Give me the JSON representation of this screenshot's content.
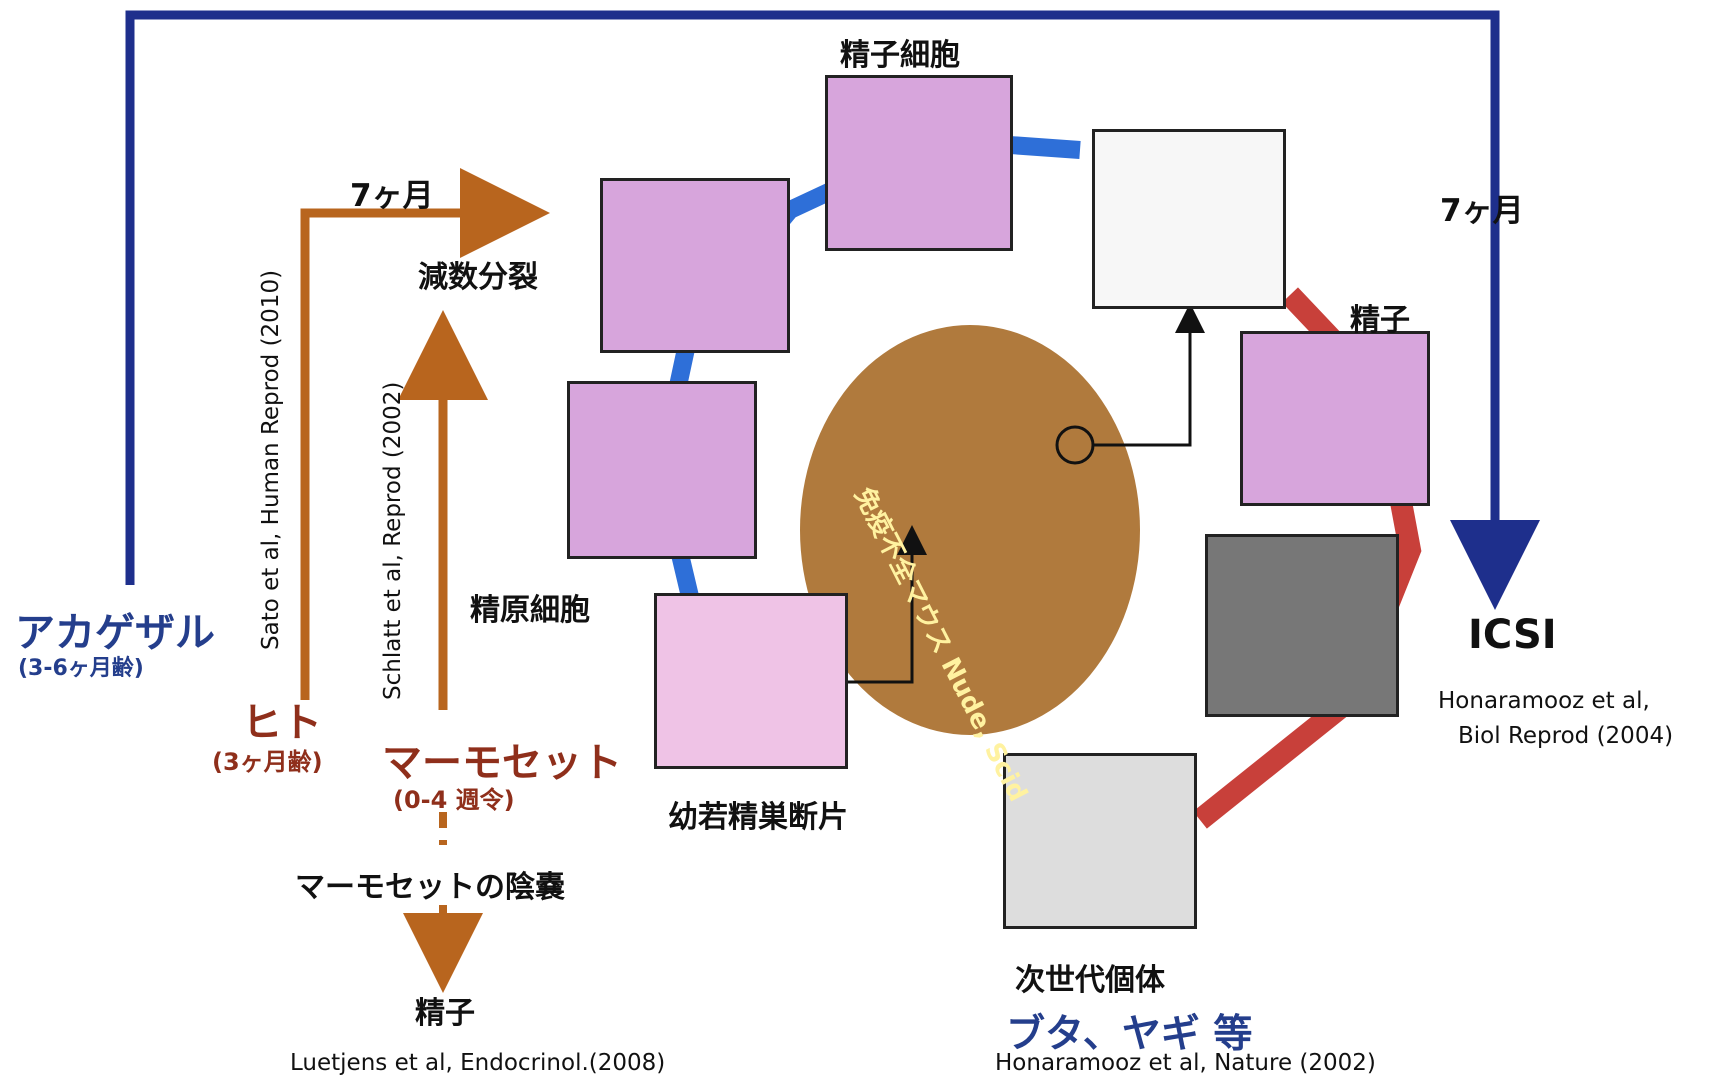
{
  "labels": {
    "seven_months_left": "7ヶ月",
    "seven_months_right": "7ヶ月",
    "meiosis": "減数分裂",
    "spermatocyte": "精子細胞",
    "sperm_right": "精子",
    "spermatogonia": "精原細胞",
    "testis_fragment": "幼若精巣断片",
    "next_generation": "次世代個体",
    "species": "ブタ、ヤギ 等",
    "icsi": "ICSI",
    "macaque": "アカゲザル",
    "macaque_age": "(3-6ヶ月齢)",
    "human": "ヒト",
    "human_age": "(3ヶ月齢)",
    "marmoset": "マーモセット",
    "marmoset_age": "(0-4 週令)",
    "marmoset_scrotum": "マーモセットの陰嚢",
    "sperm_bottom": "精子",
    "mouse_text": "免疫不全マウス Nude, Scid"
  },
  "citations": {
    "sato": "Sato et al, Human Reprod (2010)",
    "schlatt": "Schlatt et al, Reprod (2002)",
    "luetjens": "Luetjens et al, Endocrinol.(2008)",
    "honaramooz_nature": "Honaramooz et al, Nature (2002)",
    "honaramooz_biol_1": "Honaramooz et al,",
    "honaramooz_biol_2": "Biol Reprod (2004)"
  },
  "colors": {
    "navy": "#1e2f8c",
    "orange": "#b8651e",
    "blue_arrow": "#2e6fd8",
    "red_arrow": "#c8403a"
  }
}
